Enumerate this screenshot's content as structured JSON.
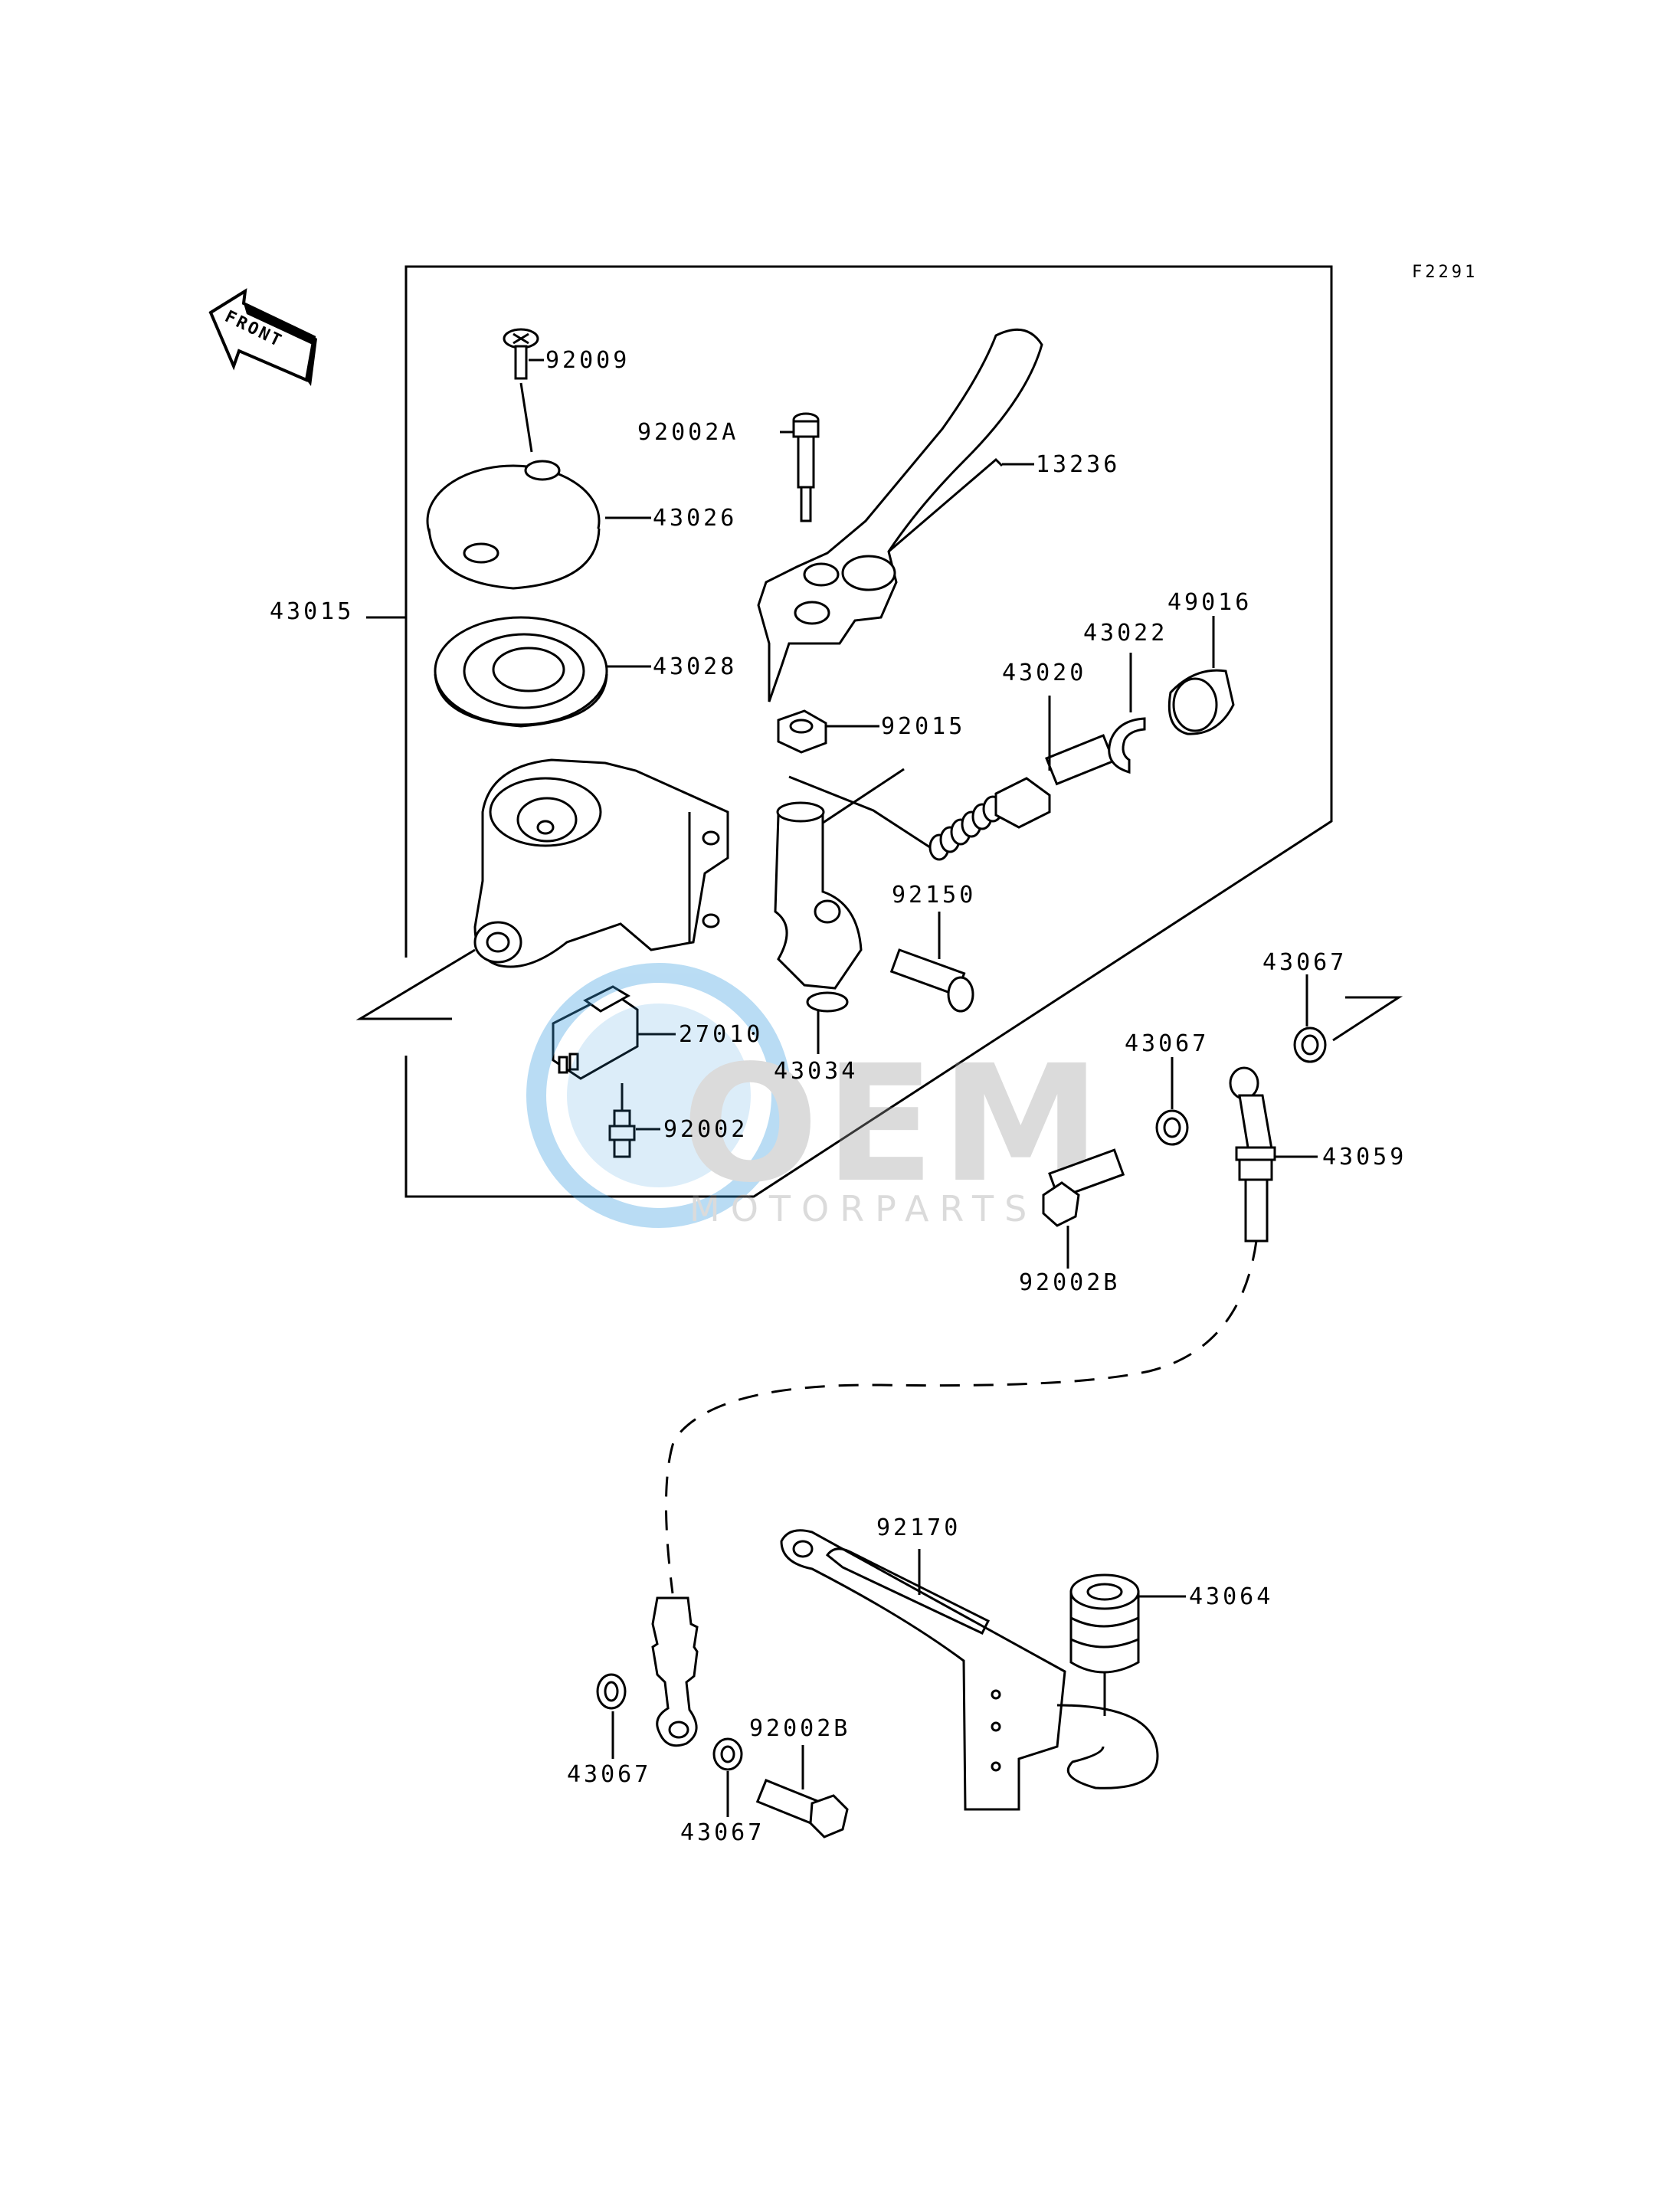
{
  "figure_code": "F2291",
  "front_arrow_label": "FRONT",
  "watermark": {
    "brand": "OEM",
    "tagline": "MOTORPARTS",
    "globe_color": "#3a9de0",
    "text_color": "#9a9a9a"
  },
  "parts": {
    "p43015": "43015",
    "p92009": "92009",
    "p43026": "43026",
    "p43028": "43028",
    "p92002A": "92002A",
    "p13236": "13236",
    "p92015": "92015",
    "p43020": "43020",
    "p43022": "43022",
    "p49016": "49016",
    "p92150": "92150",
    "p43034": "43034",
    "p27010": "27010",
    "p92002": "92002",
    "p43067_a": "43067",
    "p43067_b": "43067",
    "p43059": "43059",
    "p92002B_a": "92002B",
    "p92170": "92170",
    "p43064": "43064",
    "p43067_c": "43067",
    "p92002B_b": "92002B",
    "p43067_d": "43067"
  }
}
